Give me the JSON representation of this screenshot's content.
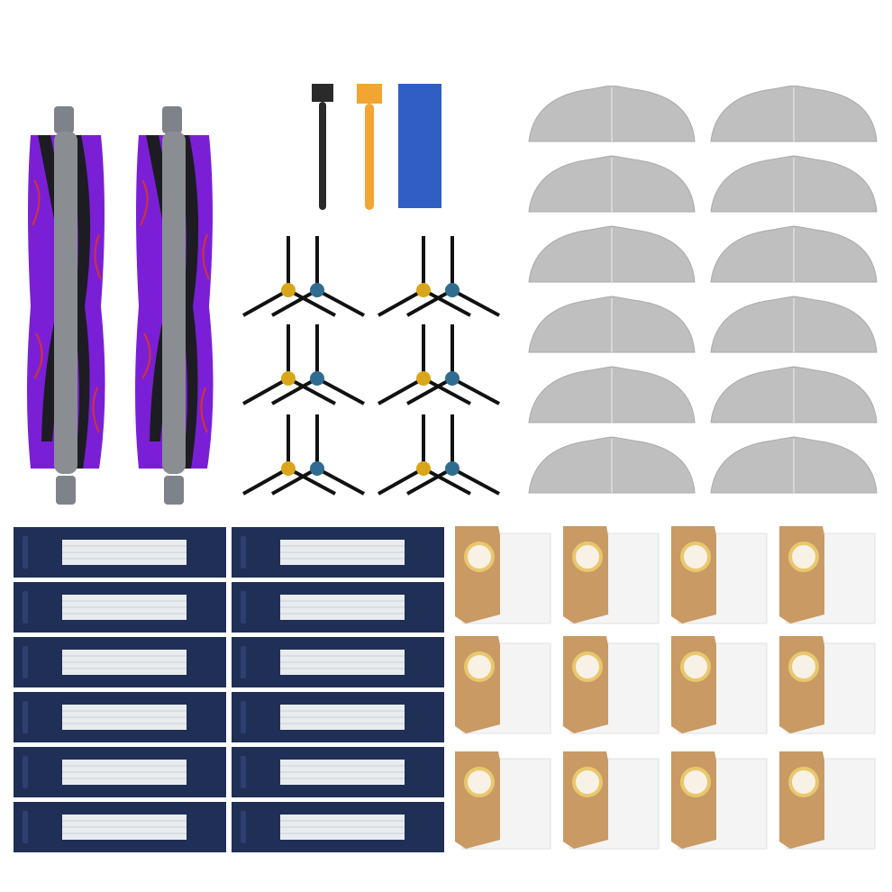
{
  "colors": {
    "background": "#ffffff",
    "roller_bristle_purple": "#7a1fd6",
    "roller_bristle_black": "#1c1c22",
    "roller_core_gray": "#8a8d92",
    "filter_navy": "#1f2f55",
    "filter_mesh": "#e8ecef",
    "mop_gray": "#bfbfbf",
    "bag_cardboard": "#c99a63",
    "bag_white": "#f4f4f4",
    "brush_hub_orange": "#d9a51a",
    "brush_hub_blue": "#2f6c8f",
    "tool_orange": "#f2a531",
    "tool_blue": "#2f5fc4"
  },
  "items": {
    "main_rollers": {
      "count": 2,
      "icon": "roller-brush-icon"
    },
    "cleaning_tools": {
      "count": 3,
      "icons": [
        "black-cleaning-brush-icon",
        "orange-cleaning-brush-icon",
        "blue-comb-cutter-icon"
      ]
    },
    "side_brushes": {
      "count": 12,
      "icon": "side-brush-icon"
    },
    "mop_pads": {
      "count": 12,
      "icon": "mop-pad-icon"
    },
    "hepa_filters": {
      "count": 12,
      "icon": "hepa-filter-icon"
    },
    "dust_bags": {
      "count": 12,
      "icon": "dust-bag-icon"
    }
  }
}
